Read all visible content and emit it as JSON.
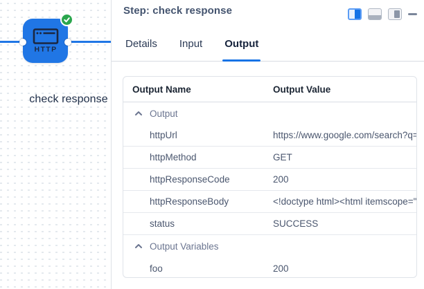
{
  "canvas": {
    "node": {
      "label": "check response",
      "icon_text": "HTTP",
      "color": "#2076E5",
      "status": "success",
      "status_color": "#2AA64D"
    }
  },
  "panel": {
    "title": "Step: check response",
    "accent_color": "#1673E6",
    "controls": [
      {
        "name": "split-view",
        "icon": "split-view-icon",
        "active": true
      },
      {
        "name": "bottom-panel",
        "icon": "bottom-panel-icon",
        "active": false
      },
      {
        "name": "floating-panel",
        "icon": "floating-panel-icon",
        "active": false
      },
      {
        "name": "minimize",
        "icon": "minimize-icon",
        "active": false
      }
    ],
    "tabs": [
      {
        "label": "Details",
        "active": false
      },
      {
        "label": "Input",
        "active": false
      },
      {
        "label": "Output",
        "active": true
      }
    ],
    "table": {
      "columns": [
        "Output Name",
        "Output Value"
      ],
      "rows": [
        {
          "type": "group",
          "name": "Output",
          "collapsed": false
        },
        {
          "type": "item",
          "name": "httpUrl",
          "value": "https://www.google.com/search?q="
        },
        {
          "type": "item",
          "name": "httpMethod",
          "value": "GET"
        },
        {
          "type": "item",
          "name": "httpResponseCode",
          "value": "200"
        },
        {
          "type": "item",
          "name": "httpResponseBody",
          "value": "<!doctype html><html itemscope=\""
        },
        {
          "type": "item",
          "name": "status",
          "value": "SUCCESS"
        },
        {
          "type": "group",
          "name": "Output Variables",
          "collapsed": false
        },
        {
          "type": "item",
          "name": "foo",
          "value": "200"
        }
      ]
    }
  }
}
